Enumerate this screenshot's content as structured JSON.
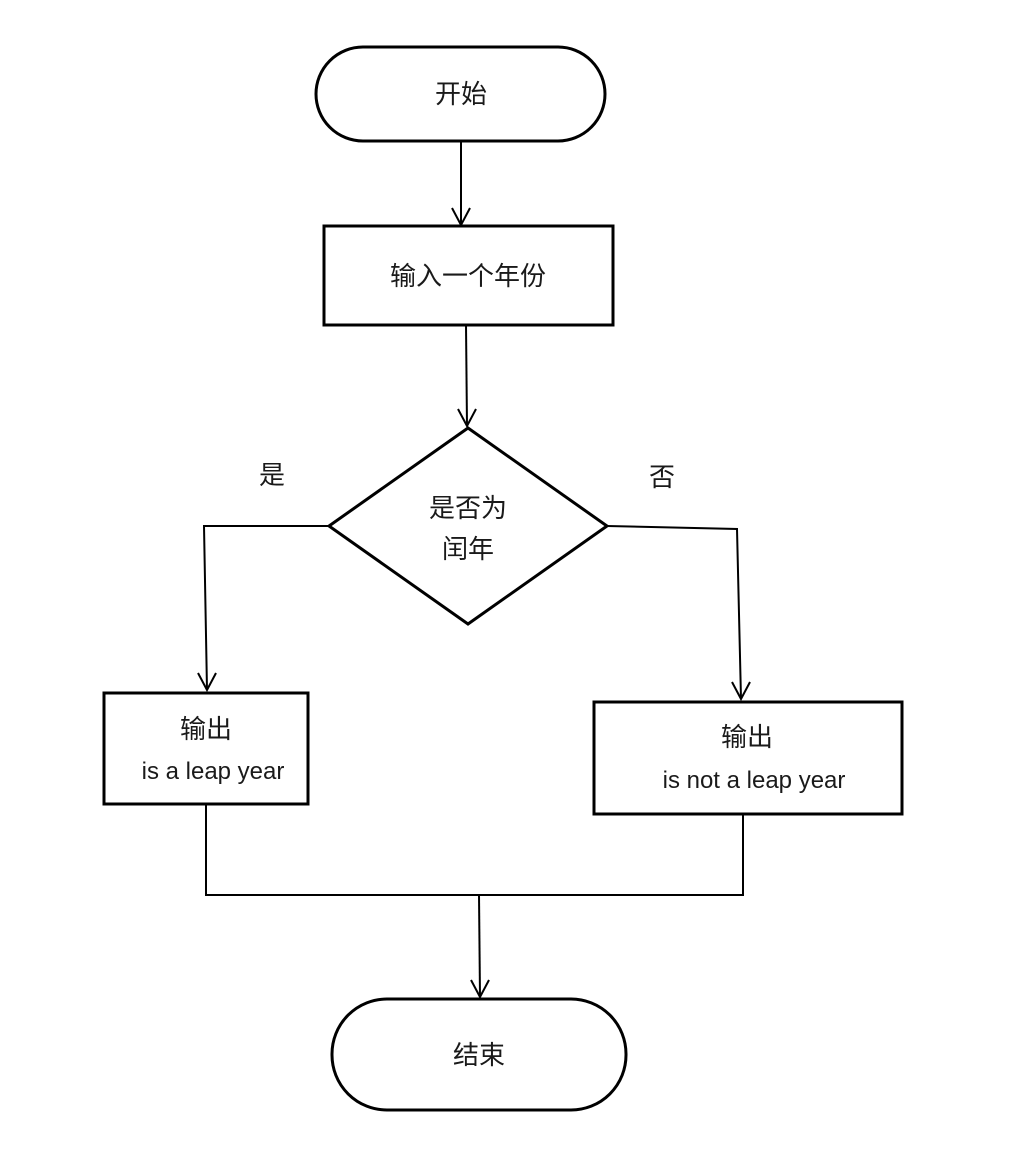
{
  "flowchart": {
    "start": {
      "label": "开始"
    },
    "input": {
      "label": "输入一个年份"
    },
    "decision": {
      "line1": "是否为",
      "line2": "闰年"
    },
    "branch_yes": {
      "label": "是"
    },
    "branch_no": {
      "label": "否"
    },
    "output_yes": {
      "line1": "输出",
      "line2": "is a leap year"
    },
    "output_no": {
      "line1": "输出",
      "line2": "is not a leap year"
    },
    "end": {
      "label": "结束"
    }
  }
}
